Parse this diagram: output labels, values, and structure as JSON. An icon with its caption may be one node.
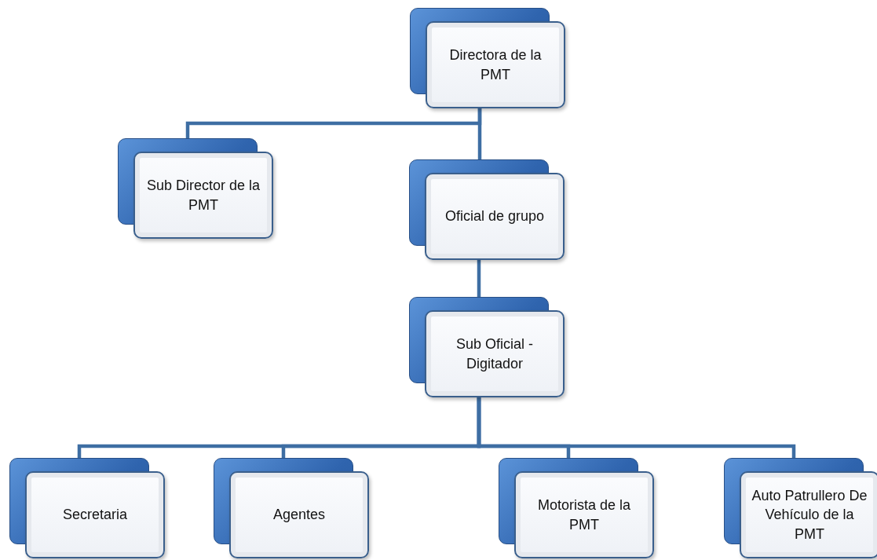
{
  "diagram": {
    "nodes": [
      {
        "text": [
          "Directora de la PMT"
        ]
      },
      {
        "text": [
          "Sub Director de la PMT"
        ]
      },
      {
        "text": [
          "Oficial de grupo"
        ]
      },
      {
        "text": [
          "Sub Oficial - Digitador"
        ]
      },
      {
        "text": [
          "Secretaria"
        ]
      },
      {
        "text": [
          "Agentes"
        ]
      },
      {
        "text": [
          "Motorista de la PMT"
        ]
      },
      {
        "text": [
          "Auto Patrullero De Vehículo de la PMT"
        ]
      }
    ],
    "edges": [
      {
        "from": 0,
        "to": 1,
        "arrow": "none"
      },
      {
        "from": 0,
        "to": 2,
        "arrow": "none"
      },
      {
        "from": 2,
        "to": 3,
        "arrow": "none"
      },
      {
        "from": 3,
        "to": 4,
        "arrow": "none"
      },
      {
        "from": 3,
        "to": 5,
        "arrow": "none"
      },
      {
        "from": 3,
        "to": 6,
        "arrow": "none"
      },
      {
        "from": 3,
        "to": 7,
        "arrow": "none"
      }
    ]
  }
}
